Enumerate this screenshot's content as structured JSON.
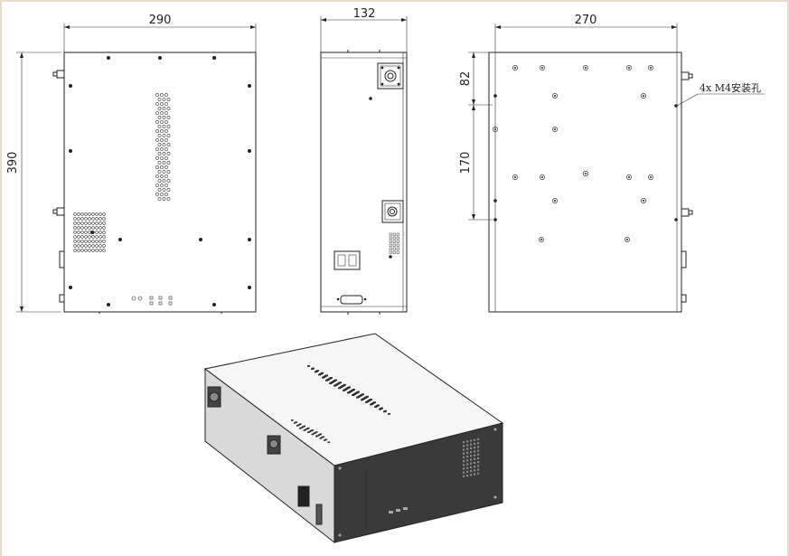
{
  "front_view": {
    "width_label": "290",
    "height_label": "390"
  },
  "side_view": {
    "width_label": "132"
  },
  "bottom_view": {
    "width_label": "270",
    "dim_top_label": "82",
    "dim_mid_label": "170",
    "mount_note": "4x M4安装孔"
  },
  "colors": {
    "line": "#222222",
    "frame_border": "#e8dccb",
    "box_dark": "#3a3a3a",
    "box_top": "#f4f4f4"
  }
}
